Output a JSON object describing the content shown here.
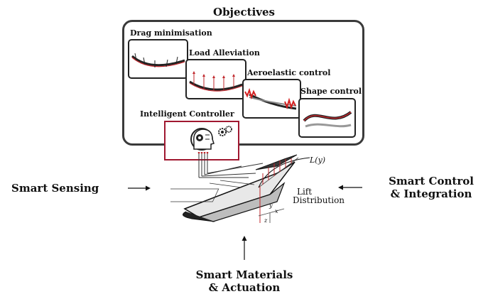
{
  "title": "Objectives",
  "objectives": [
    {
      "label": "Drag minimisation",
      "icon": "wing-bending-drag-icon"
    },
    {
      "label": "Load Alleviation",
      "icon": "wing-load-arrows-icon"
    },
    {
      "label": "Aeroelastic control",
      "icon": "wing-flutter-icon"
    },
    {
      "label": "Shape control",
      "icon": "wing-shape-icon"
    }
  ],
  "controller": {
    "label": "Intelligent Controller",
    "icon": "ai-head-gears-icon"
  },
  "left_label": "Smart Sensing",
  "right_label": {
    "line1": "Smart Control",
    "line2": "& Integration"
  },
  "bottom_label": {
    "line1": "Smart Materials",
    "line2": "& Actuation"
  },
  "wing": {
    "lift_label_line1": "Lift",
    "lift_label_line2": "Distribution",
    "curve_label": "L(y)",
    "axis_y": "y",
    "axis_x": "x",
    "axis_z": "z"
  },
  "colors": {
    "accent_red": "#c0282d",
    "frame": "#3a3a3a"
  }
}
